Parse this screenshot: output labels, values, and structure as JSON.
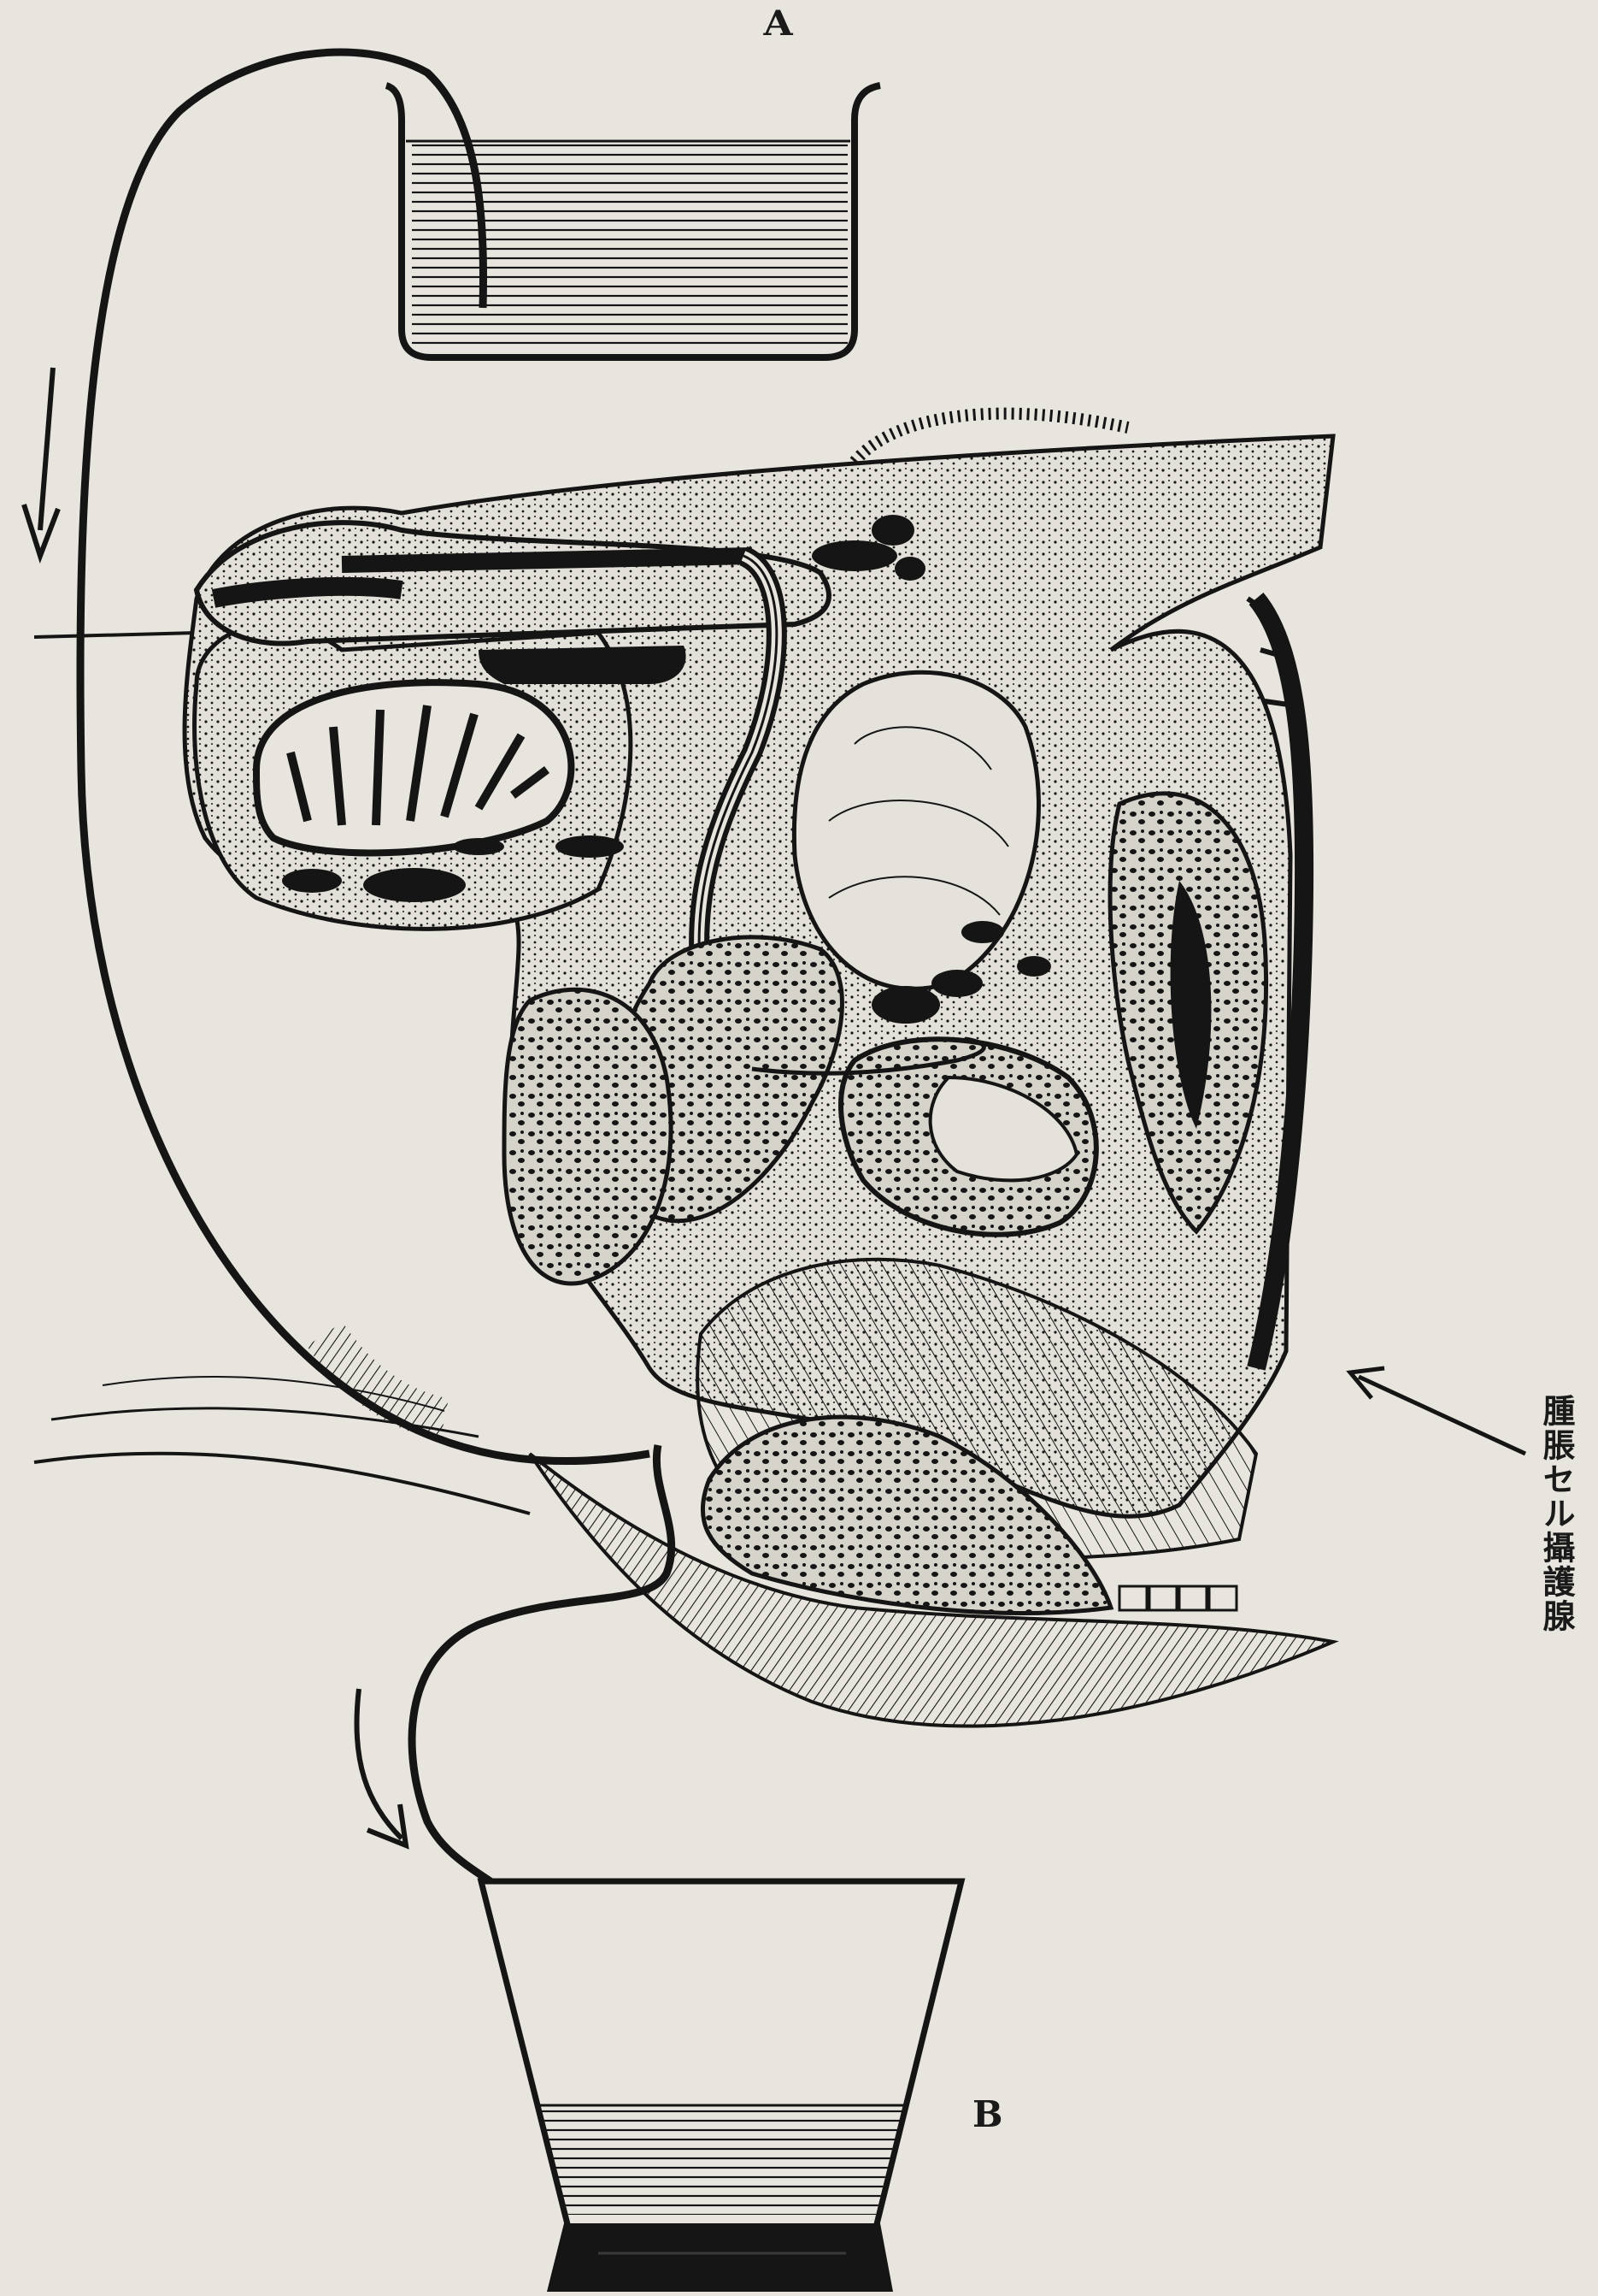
{
  "labels": {
    "vessel_a": "A",
    "vessel_b": "B",
    "side_caption": "腫脹セル攝護腺"
  },
  "colors": {
    "paper": "#e7e5dd",
    "ink": "#151515",
    "tissue_light": "#dcdad2",
    "tissue_mid": "#b9b6ad"
  },
  "icons": {
    "flow_arrow_top": "arrow-down",
    "flow_arrow_bottom": "arrow-curved-down",
    "pointer_arrow": "arrow-left"
  }
}
